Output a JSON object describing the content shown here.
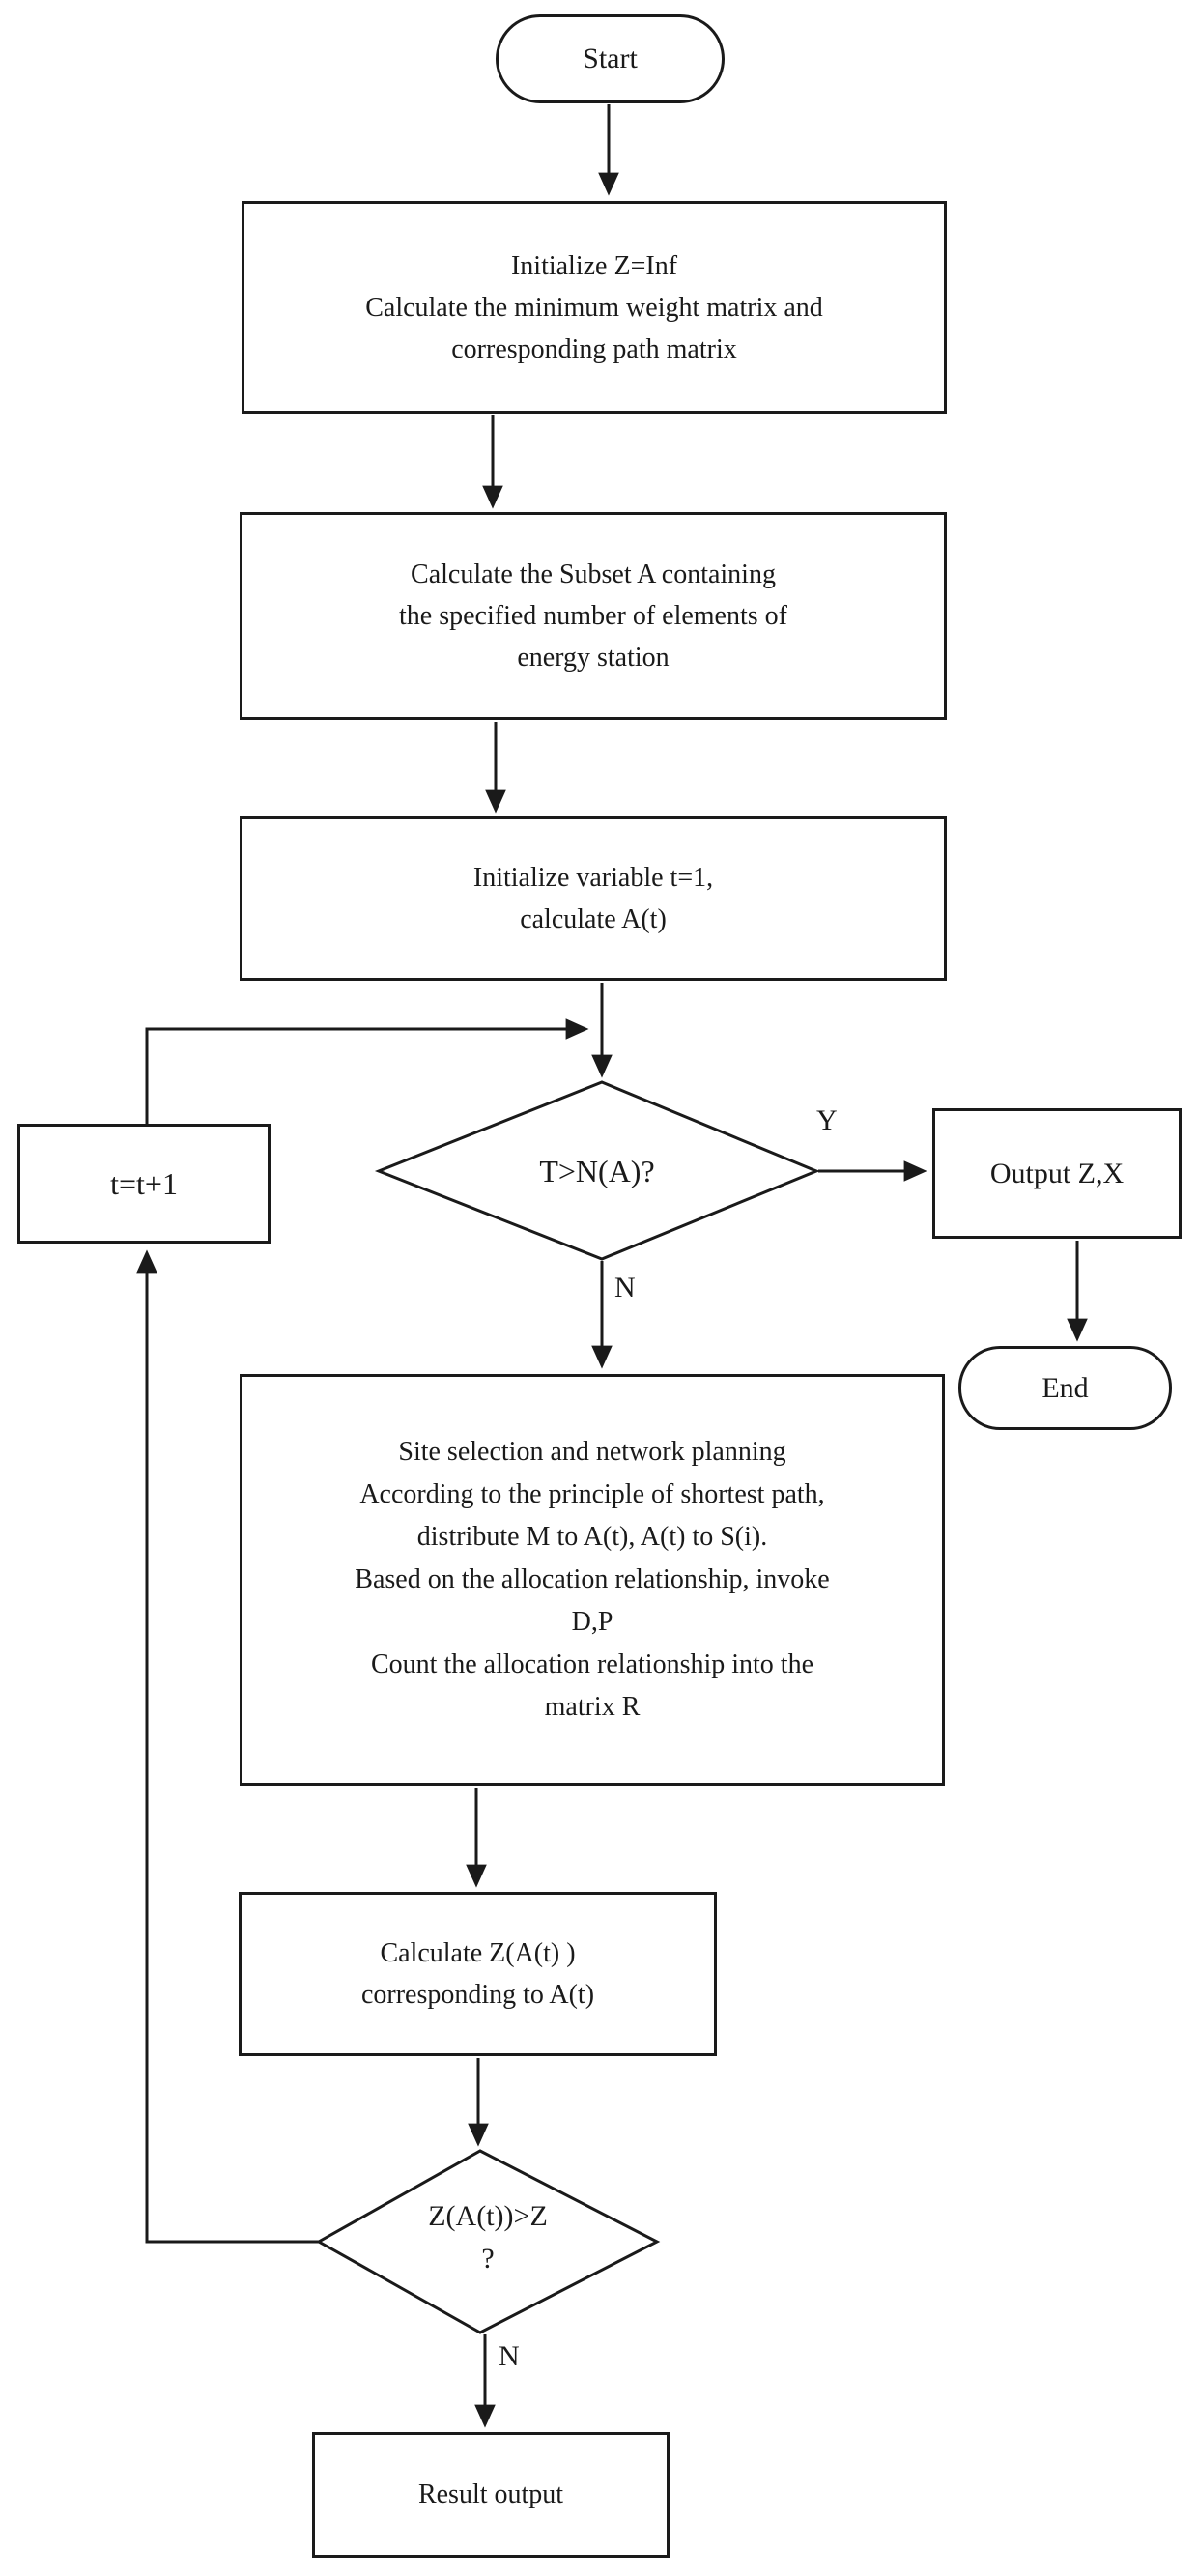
{
  "colors": {
    "ink": "#1a1a1a",
    "background": "#ffffff"
  },
  "nodes": {
    "start": {
      "label": "Start"
    },
    "init_weight_matrix": {
      "lines": [
        "Initialize Z=Inf",
        "Calculate the minimum weight matrix and",
        "corresponding path matrix"
      ]
    },
    "calc_subset": {
      "lines": [
        "Calculate the Subset A containing",
        "the specified number of elements of",
        "energy station"
      ]
    },
    "init_variable": {
      "lines": [
        "Initialize variable t=1,",
        "calculate A(t)"
      ]
    },
    "t_increment": {
      "label": "t=t+1"
    },
    "decision_t_gt_na": {
      "label": "T>N(A)?"
    },
    "output_zx": {
      "label": "Output Z,X"
    },
    "end": {
      "label": "End"
    },
    "site_selection": {
      "lines": [
        "Site selection and network planning",
        "According to the principle of shortest path,",
        "distribute M to A(t), A(t) to S(i).",
        "Based on the allocation relationship, invoke",
        "D,P",
        "Count the allocation relationship into the",
        "matrix R"
      ]
    },
    "calc_z": {
      "lines": [
        "Calculate Z(A(t) )",
        "corresponding to A(t)"
      ]
    },
    "decision_z_gt_z": {
      "lines": [
        "Z(A(t))>Z",
        "?"
      ]
    },
    "result_output": {
      "label": "Result output"
    }
  },
  "edge_labels": {
    "yes": "Y",
    "no_first": "N",
    "no_second": "N"
  }
}
